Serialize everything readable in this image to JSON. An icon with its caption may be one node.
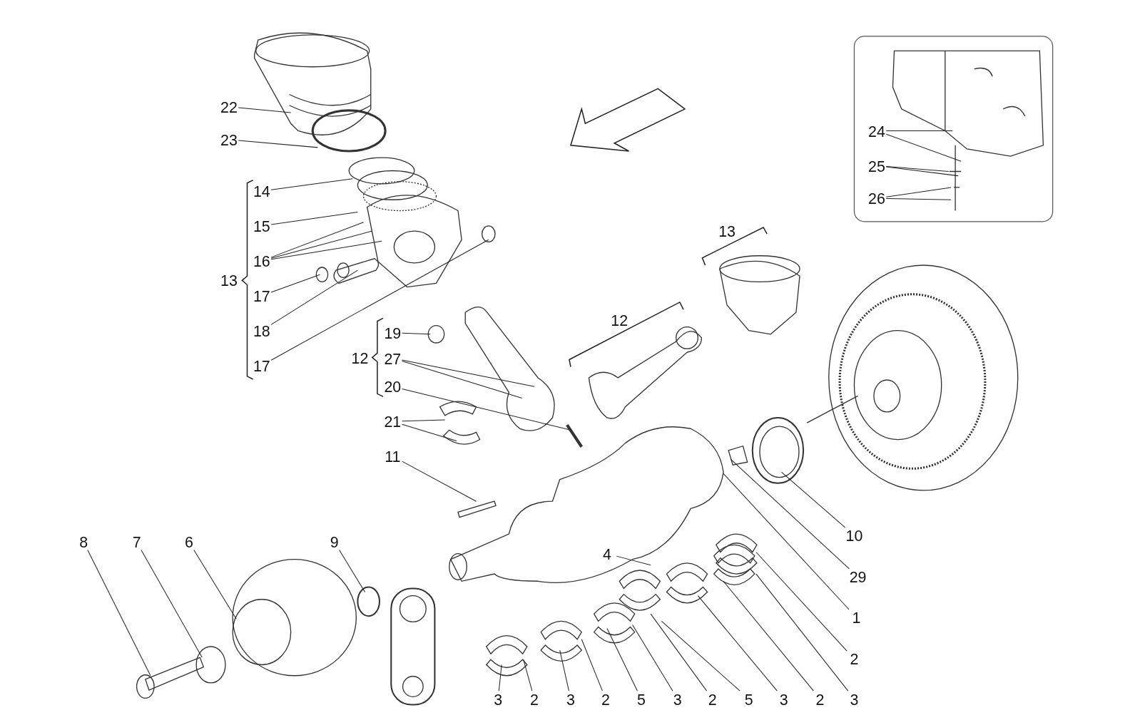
{
  "diagram": {
    "nodes": [
      {
        "text": [
          "13"
        ]
      },
      {
        "text": [
          "22"
        ]
      },
      {
        "text": [
          "24"
        ]
      },
      {
        "text": [
          "23"
        ]
      },
      {
        "text": [
          "25"
        ]
      },
      {
        "text": [
          "14"
        ]
      },
      {
        "text": [
          "26"
        ]
      },
      {
        "text": [
          "15"
        ]
      },
      {
        "text": [
          "16"
        ]
      },
      {
        "text": [
          "13"
        ]
      },
      {
        "text": [
          "17"
        ]
      },
      {
        "text": [
          "12"
        ]
      },
      {
        "text": [
          "18"
        ]
      },
      {
        "text": [
          "19"
        ]
      },
      {
        "text": [
          "12"
        ]
      },
      {
        "text": [
          "27"
        ]
      },
      {
        "text": [
          "17"
        ]
      },
      {
        "text": [
          "20"
        ]
      },
      {
        "text": [
          "21"
        ]
      },
      {
        "text": [
          "11"
        ]
      },
      {
        "text": [
          "10"
        ]
      },
      {
        "text": [
          "8"
        ]
      },
      {
        "text": [
          "7"
        ]
      },
      {
        "text": [
          "6"
        ]
      },
      {
        "text": [
          "9"
        ]
      },
      {
        "text": [
          "4"
        ]
      },
      {
        "text": [
          "29"
        ]
      },
      {
        "text": [
          "1"
        ]
      },
      {
        "text": [
          "2"
        ]
      },
      {
        "text": [
          "3"
        ]
      },
      {
        "text": [
          "2"
        ]
      },
      {
        "text": [
          "3"
        ]
      },
      {
        "text": [
          "2"
        ]
      },
      {
        "text": [
          "5"
        ]
      },
      {
        "text": [
          "3"
        ]
      },
      {
        "text": [
          "2"
        ]
      },
      {
        "text": [
          "5"
        ]
      },
      {
        "text": [
          "3"
        ]
      },
      {
        "text": [
          "2"
        ]
      },
      {
        "text": [
          "3"
        ]
      }
    ],
    "edges": [
      {
        "from": 1,
        "to": null,
        "arrow": "none"
      },
      {
        "from": 2,
        "to": null,
        "arrow": "none"
      },
      {
        "from": 2,
        "to": null,
        "arrow": "none"
      },
      {
        "from": 3,
        "to": null,
        "arrow": "none"
      },
      {
        "from": 4,
        "to": null,
        "arrow": "none"
      },
      {
        "from": 4,
        "to": null,
        "arrow": "none"
      },
      {
        "from": 5,
        "to": null,
        "arrow": "none"
      },
      {
        "from": 6,
        "to": null,
        "arrow": "none"
      },
      {
        "from": 6,
        "to": null,
        "arrow": "none"
      },
      {
        "from": 7,
        "to": null,
        "arrow": "none"
      },
      {
        "from": 8,
        "to": null,
        "arrow": "none"
      },
      {
        "from": 8,
        "to": null,
        "arrow": "none"
      },
      {
        "from": 8,
        "to": null,
        "arrow": "none"
      },
      {
        "from": 10,
        "to": null,
        "arrow": "none"
      },
      {
        "from": 12,
        "to": null,
        "arrow": "none"
      },
      {
        "from": 13,
        "to": null,
        "arrow": "none"
      },
      {
        "from": 15,
        "to": null,
        "arrow": "none"
      },
      {
        "from": 15,
        "to": null,
        "arrow": "none"
      },
      {
        "from": 16,
        "to": null,
        "arrow": "none"
      },
      {
        "from": 17,
        "to": null,
        "arrow": "none"
      },
      {
        "from": 18,
        "to": null,
        "arrow": "none"
      },
      {
        "from": 18,
        "to": null,
        "arrow": "none"
      },
      {
        "from": 19,
        "to": null,
        "arrow": "none"
      },
      {
        "from": 20,
        "to": null,
        "arrow": "none"
      },
      {
        "from": 21,
        "to": null,
        "arrow": "none"
      },
      {
        "from": 22,
        "to": null,
        "arrow": "none"
      },
      {
        "from": 23,
        "to": null,
        "arrow": "none"
      },
      {
        "from": 24,
        "to": null,
        "arrow": "none"
      },
      {
        "from": 25,
        "to": null,
        "arrow": "none"
      },
      {
        "from": 26,
        "to": null,
        "arrow": "none"
      },
      {
        "from": 27,
        "to": null,
        "arrow": "none"
      },
      {
        "from": 28,
        "to": null,
        "arrow": "none"
      },
      {
        "from": 29,
        "to": null,
        "arrow": "none"
      },
      {
        "from": 30,
        "to": null,
        "arrow": "none"
      },
      {
        "from": 31,
        "to": null,
        "arrow": "none"
      },
      {
        "from": 32,
        "to": null,
        "arrow": "none"
      },
      {
        "from": 33,
        "to": null,
        "arrow": "none"
      },
      {
        "from": 34,
        "to": null,
        "arrow": "none"
      },
      {
        "from": 35,
        "to": null,
        "arrow": "none"
      },
      {
        "from": 36,
        "to": null,
        "arrow": "none"
      },
      {
        "from": 37,
        "to": null,
        "arrow": "none"
      },
      {
        "from": 38,
        "to": null,
        "arrow": "none"
      },
      {
        "from": 39,
        "to": null,
        "arrow": "none"
      }
    ]
  }
}
